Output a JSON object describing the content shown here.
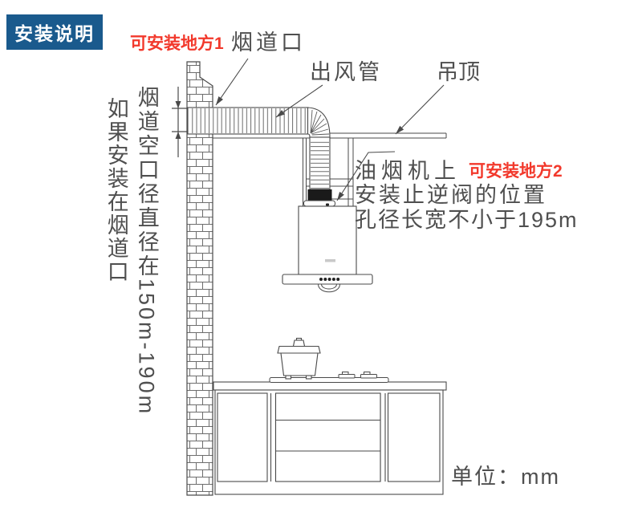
{
  "title_badge": {
    "label": "安装说明"
  },
  "annotations": {
    "spot1_red": "可安装地方1",
    "spot1_target": "烟道口",
    "outlet_pipe": "出风管",
    "ceiling": "吊顶",
    "hood_line1_black": "油烟机上",
    "hood_line1_red": "可安装地方2",
    "hood_line2": "安装止逆阀的位置",
    "hood_line3": "孔径长宽不小于195m",
    "side_col1": "如果安装在烟道口",
    "side_col2": "烟道空口径直径在150m-190m",
    "unit": "单位：mm"
  },
  "colors": {
    "badge_bg": "#1a5a8d",
    "accent_red": "#f2392c",
    "line_gray": "#4a4a4a",
    "text_gray": "#4f4f4f"
  }
}
